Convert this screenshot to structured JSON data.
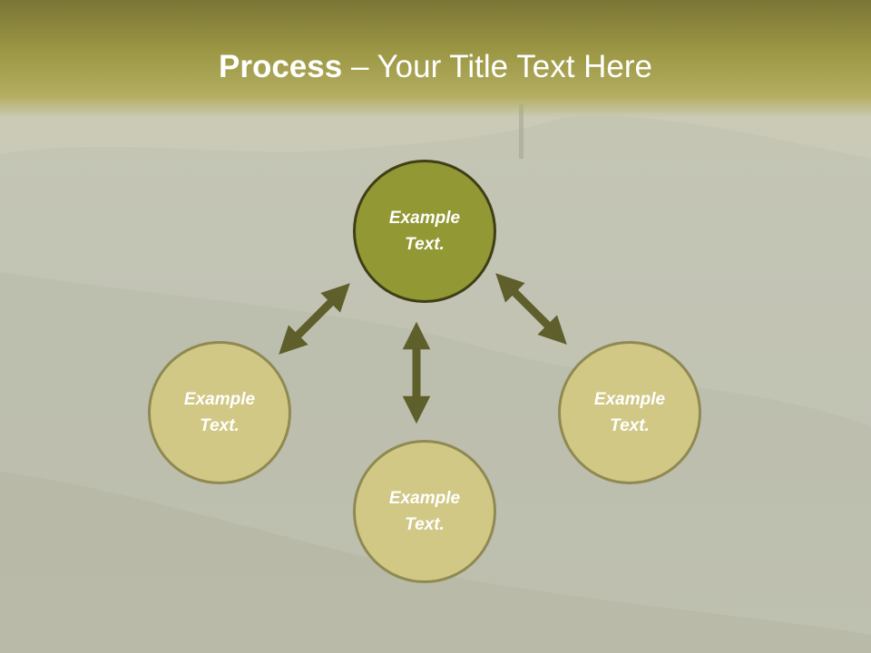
{
  "title": {
    "bold": "Process",
    "rest": " – Your Title Text Here"
  },
  "diagram": {
    "center": {
      "label": "Example Text."
    },
    "left": {
      "label": "Example Text."
    },
    "bottom": {
      "label": "Example Text."
    },
    "right": {
      "label": "Example Text."
    }
  },
  "colors": {
    "title_bar": "#9c9845",
    "center_fill": "#929834",
    "center_border": "#3f3f16",
    "node_fill": "#d2c886",
    "node_border": "#8f8a52",
    "arrow": "#5e5f2b",
    "label_text": "#ffffff"
  }
}
